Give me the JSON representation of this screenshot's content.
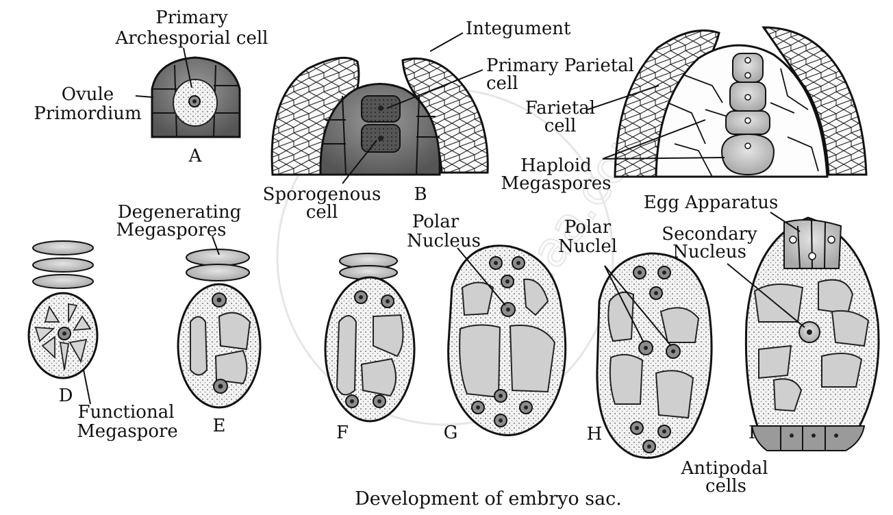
{
  "caption": "Development of embryo sac.",
  "watermark": "shaalaa.com",
  "stages": {
    "A": "A",
    "B": "B",
    "D": "D",
    "E": "E",
    "F": "F",
    "G": "G",
    "H": "H",
    "I": "I"
  },
  "labels": {
    "primary_archesporial_l1": "Primary",
    "primary_archesporial_l2": "Archesporial cell",
    "ovule_primordium_l1": "Ovule",
    "ovule_primordium_l2": "Primordium",
    "integument": "Integument",
    "primary_parietal_l1": "Primary Parietal",
    "primary_parietal_l2": "cell",
    "parietal_l1": "Farietal",
    "parietal_l2": "cell",
    "haploid_l1": "Haploid",
    "haploid_l2": "Megaspores",
    "sporogenous_l1": "Sporogenous",
    "sporogenous_l2": "cell",
    "degenerating_l1": "Degenerating",
    "degenerating_l2": "Megaspores",
    "polar_nucleus_l1": "Polar",
    "polar_nucleus_l2": "Nucleus",
    "polar_nuclei_l1": "Polar",
    "polar_nuclei_l2": "Nuclel",
    "egg_apparatus": "Egg Apparatus",
    "secondary_l1": "Secondary",
    "secondary_l2": "Nucleus",
    "functional_l1": "Functional",
    "functional_l2": "Megaspore",
    "antipodal_l1": "Antipodal",
    "antipodal_l2": "cells"
  }
}
